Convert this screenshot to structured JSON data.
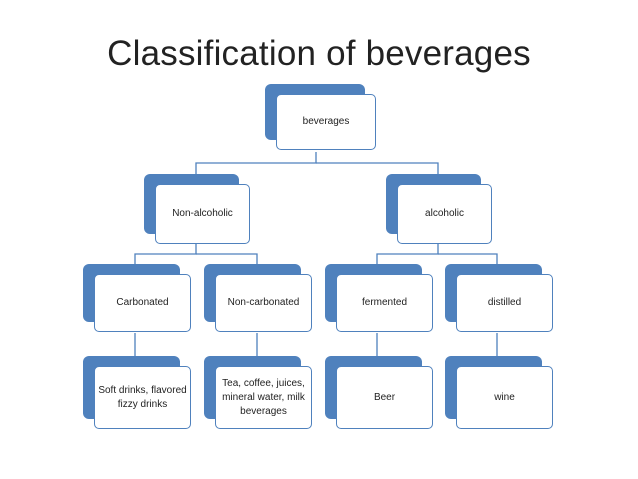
{
  "title": "Classification of beverages",
  "diagram": {
    "root": "beverages",
    "level1": [
      "Non-alcoholic",
      "alcoholic"
    ],
    "level2": [
      "Carbonated",
      "Non-carbonated",
      "fermented",
      "distilled"
    ],
    "level3": [
      "Soft drinks, flavored fizzy drinks",
      "Tea, coffee, juices, mineral water, milk beverages",
      "Beer",
      "wine"
    ],
    "colors": {
      "box_fill": "#4f81bd",
      "connector": "#4f81bd",
      "card": "#ffffff"
    }
  }
}
